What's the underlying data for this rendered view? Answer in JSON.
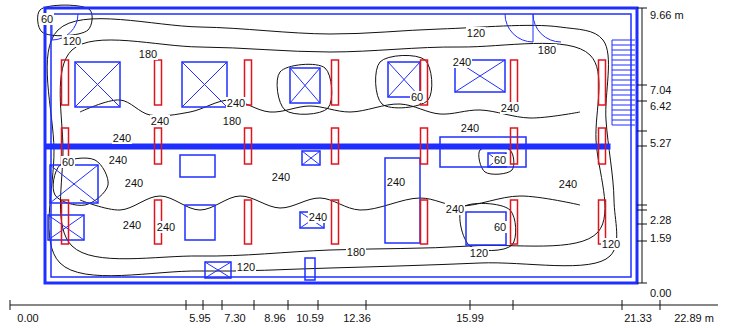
{
  "diagram": {
    "labels": [
      "60",
      "120",
      "180",
      "120",
      "180",
      "240",
      "240",
      "60",
      "240",
      "180",
      "240",
      "240",
      "240",
      "60",
      "240",
      "240",
      "240",
      "240",
      "60",
      "240",
      "240",
      "240",
      "240",
      "240",
      "180",
      "60",
      "120",
      "120",
      "120",
      "9.66 m",
      "7.04",
      "6.42",
      "5.27",
      "2.28",
      "1.59",
      "0.00",
      "0.00",
      "5.95",
      "7.30",
      "8.96",
      "10.59",
      "12.36",
      "15.99",
      "21.33",
      "22.89 m"
    ]
  }
}
